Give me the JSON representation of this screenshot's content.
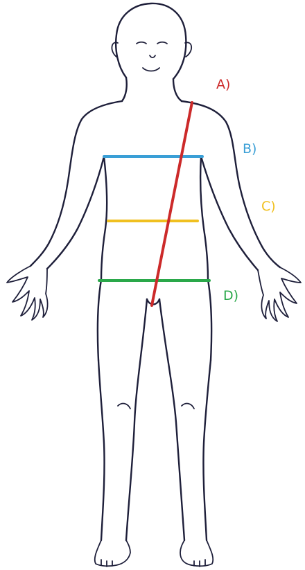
{
  "measurements": [
    {
      "id": "a",
      "label": "A)",
      "color": "#cc2a2a"
    },
    {
      "id": "b",
      "label": "B)",
      "color": "#3a9fd6"
    },
    {
      "id": "c",
      "label": "C)",
      "color": "#f0c020"
    },
    {
      "id": "d",
      "label": "D)",
      "color": "#2aa84a"
    }
  ]
}
